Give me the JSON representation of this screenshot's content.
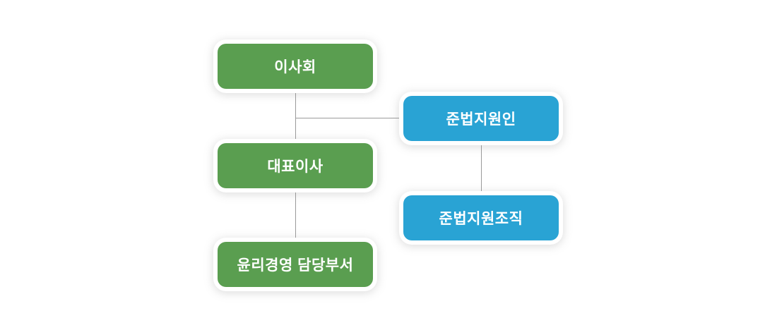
{
  "chart_title": "",
  "colors": {
    "green": "#5A9E50",
    "blue": "#29A3D4",
    "connector": "#9A9A9A",
    "background": "#FFFFFF",
    "node_text": "#FFFFFF",
    "node_ring": "#FFFFFF"
  },
  "nodes": [
    {
      "id": "board",
      "label": "이사회",
      "color": "green",
      "level": 1
    },
    {
      "id": "compliance-officer",
      "label": "준법지원인",
      "color": "blue",
      "level": 2
    },
    {
      "id": "ceo",
      "label": "대표이사",
      "color": "green",
      "level": 2
    },
    {
      "id": "compliance-org",
      "label": "준법지원조직",
      "color": "blue",
      "level": 3
    },
    {
      "id": "ethics-dept",
      "label": "윤리경영 담당부서",
      "color": "green",
      "level": 3
    }
  ],
  "edges": [
    {
      "from": "board",
      "to": "ceo"
    },
    {
      "from": "board",
      "to": "compliance-officer"
    },
    {
      "from": "compliance-officer",
      "to": "compliance-org"
    },
    {
      "from": "ceo",
      "to": "ethics-dept"
    }
  ]
}
